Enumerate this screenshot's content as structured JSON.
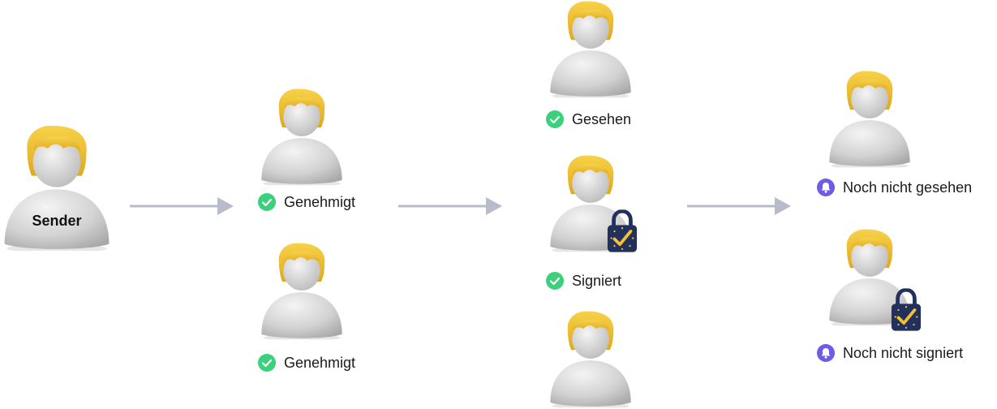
{
  "sender": {
    "label": "Sender"
  },
  "step2": {
    "recipients": [
      {
        "status_label": "Genehmigt",
        "status": "approved"
      },
      {
        "status_label": "Genehmigt",
        "status": "approved"
      }
    ]
  },
  "step3": {
    "recipients": [
      {
        "status_label": "Gesehen",
        "status": "seen"
      },
      {
        "status_label": "Signiert",
        "status": "signed"
      },
      {
        "status_label": "",
        "status": "none"
      }
    ]
  },
  "step4": {
    "recipients": [
      {
        "status_label": "Noch nicht gesehen",
        "status": "pending"
      },
      {
        "status_label": "Noch nicht signiert",
        "status": "pending"
      }
    ]
  },
  "icons": {
    "approved": "check-circle-icon",
    "pending": "bell-icon",
    "signed_badge": "lock-check-icon",
    "arrow": "arrow-right-icon"
  },
  "colors": {
    "check_green": "#3dd07c",
    "pending_purple": "#6c5ce7",
    "hair_yellow": "#f2c232",
    "body_gray": "#cfcfcf",
    "lock_navy": "#22305e",
    "arrow_gray": "#b8bcc8"
  }
}
